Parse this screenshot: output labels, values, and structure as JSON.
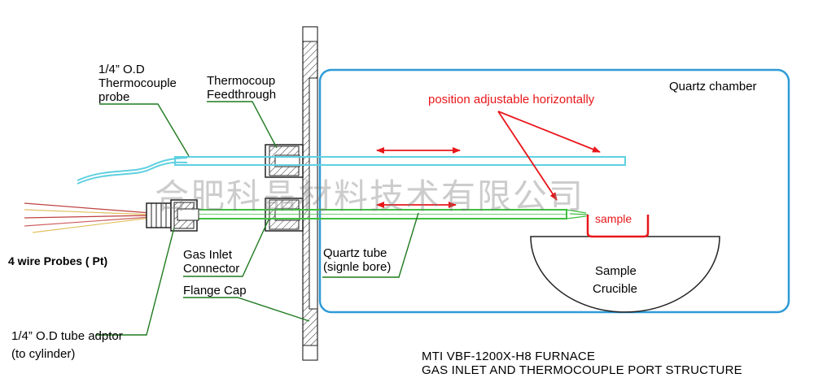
{
  "labels": {
    "probe_1": "1/4” O.D",
    "probe_2": "Thermocouple",
    "probe_3": " probe",
    "feed_1": "Thermocoup",
    "feed_2": "Feedthrough",
    "quartz_chamber": "Quartz chamber",
    "position": "position adjustable horizontally",
    "wire_probes": "4 wire Probes  ( Pt)",
    "gas_inlet_1": "Gas Inlet",
    "gas_inlet_2": "Connector",
    "flange_cap": "Flange Cap",
    "quartz_tube_1": "Quartz tube",
    "quartz_tube_2": "(signle bore)",
    "sample": "sample",
    "crucible_1": "Sample",
    "crucible_2": "Crucible",
    "adaptor_1": "1/4” O.D tube adptor",
    "adaptor_2": "(to cylinder)"
  },
  "watermark": "合肥科晶材料技术有限公司",
  "caption": {
    "line1": "MTI VBF-1200X-H8 FURNACE",
    "line2": "GAS INLET AND THERMOCOUPLE PORT STRUCTURE"
  },
  "colors": {
    "chamber": "#2e9bd6",
    "cyan_tube": "#5fd0e0",
    "green_tube": "#3fbf3f",
    "leader": "#1f7a1f",
    "arrow": "#e8171b",
    "outline": "#222222"
  }
}
